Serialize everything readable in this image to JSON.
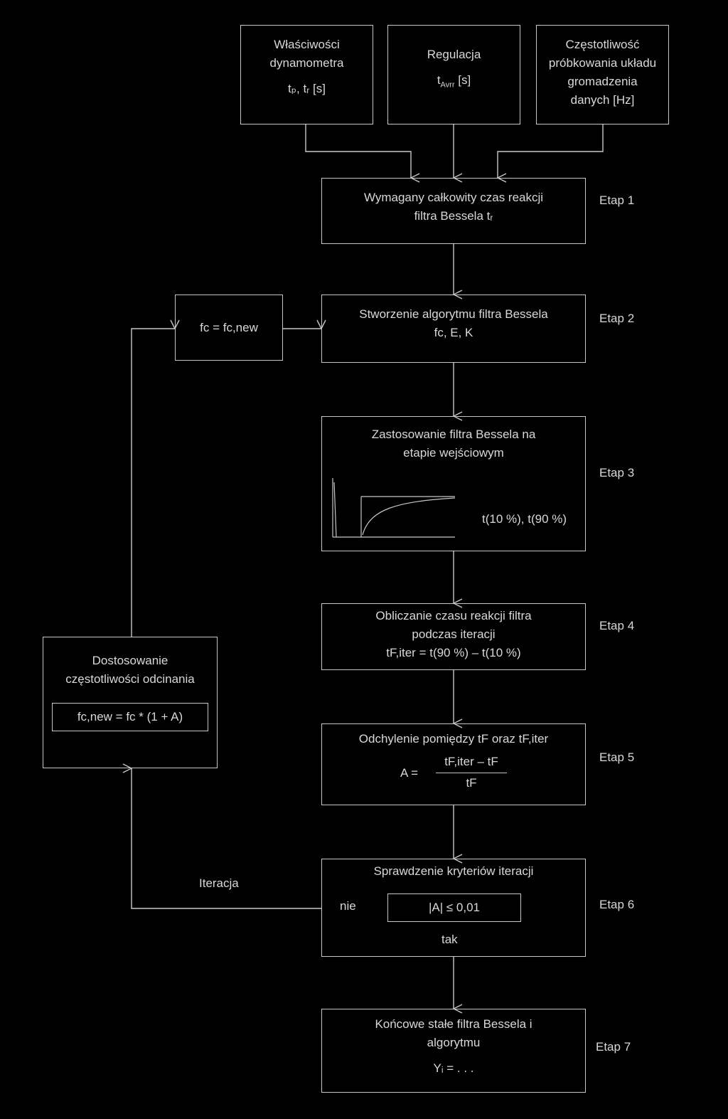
{
  "inputs": {
    "dynamometer": {
      "l1": "Właściwości",
      "l2": "dynamometra",
      "l3": "tₚ, tᵣ [s]"
    },
    "regulation": {
      "l1": "Regulacja",
      "l2": "t",
      "sub": "Avrr",
      "l3": " [s]"
    },
    "sampling": {
      "l1": "Częstotliwość",
      "l2": "próbkowania układu",
      "l3": "gromadzenia",
      "l4": "danych [Hz]"
    }
  },
  "steps": {
    "s1": {
      "l1": "Wymagany całkowity czas reakcji",
      "l2": "filtra Bessela tᵣ",
      "stage": "Etap 1"
    },
    "s2": {
      "l1": "Stworzenie algorytmu filtra Bessela",
      "l2": "fc, E, K",
      "stage": "Etap 2"
    },
    "s3": {
      "l1": "Zastosowanie filtra Bessela na",
      "l2": "etapie wejściowym",
      "t": "t(10 %), t(90 %)",
      "stage": "Etap 3"
    },
    "s4": {
      "l1": "Obliczanie czasu reakcji filtra",
      "l2": "podczas iteracji",
      "l3": "tF,iter = t(90 %) – t(10 %)",
      "stage": "Etap 4"
    },
    "s5": {
      "l1": "Odchylenie pomiędzy tF oraz tF,iter",
      "a": "A =",
      "num": "tF,iter – tF",
      "den": "tF",
      "stage": "Etap 5"
    },
    "s6": {
      "l1": "Sprawdzenie kryteriów iteracji",
      "crit": "|A| ≤ 0,01",
      "no": "nie",
      "yes": "tak",
      "stage": "Etap 6"
    },
    "s7": {
      "l1": "Końcowe stałe filtra Bessela i",
      "l2": "algorytmu",
      "l3": "Yᵢ = . . .",
      "stage": "Etap 7"
    }
  },
  "loop": {
    "fc_box": "fc = fc,new",
    "adjust_l1": "Dostosowanie",
    "adjust_l2": "częstotliwości odcinania",
    "adjust_formula": "fc,new = fc * (1 + A)",
    "iteration": "Iteracja"
  }
}
